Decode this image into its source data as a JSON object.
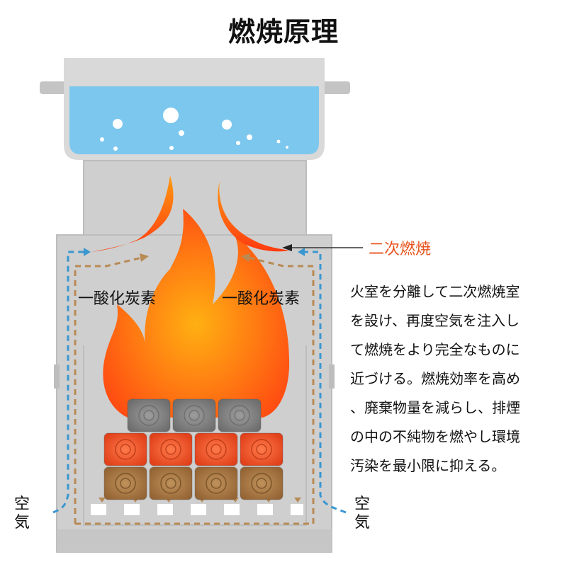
{
  "title": "燃焼原理",
  "labels": {
    "co_left": "一酸化炭素",
    "co_right": "一酸化炭素",
    "secondary_combustion": "二次燃焼",
    "air_left_top": "空",
    "air_left_bottom": "気",
    "air_right_top": "空",
    "air_right_bottom": "気"
  },
  "description": [
    "火室を分離して二次燃焼室",
    "を設け、再度空気を注入し",
    "て燃焼をより完全なものに",
    "近づける。燃焼効率を高め",
    "、廃棄物量を減らし、排煙",
    "の中の不純物を燃やし環境",
    "汚染を最小限に抑える。"
  ],
  "colors": {
    "stove": "#cfcfcf",
    "stove_edge": "#bdbdbd",
    "water": "#7cc7ee",
    "pot": "#d9d9d9",
    "flame": "#ff5a14",
    "flame_core": "#ff9a10",
    "log_gray": "#8a8a8a",
    "log_red": "#f2552a",
    "log_brown": "#a97a45",
    "air_blue": "#3a97d0",
    "air_brown": "#b88a55",
    "accent": "#e8541e"
  }
}
